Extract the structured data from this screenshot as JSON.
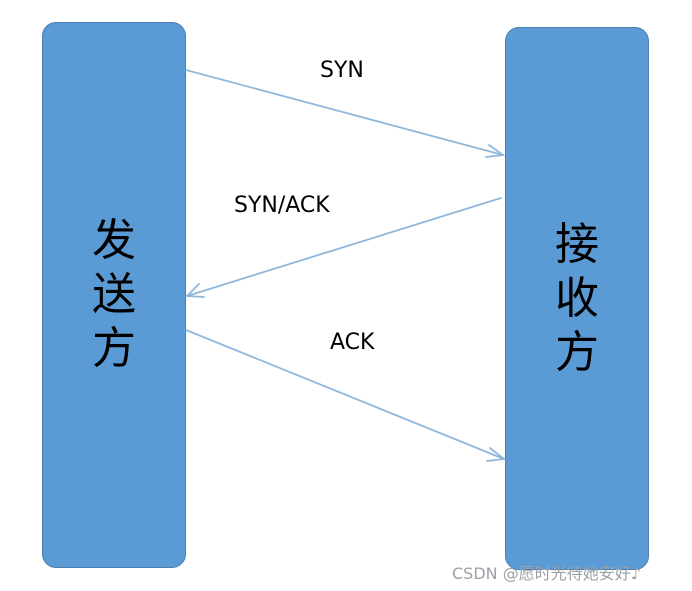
{
  "sender": {
    "label": "发送方"
  },
  "receiver": {
    "label": "接收方"
  },
  "messages": [
    {
      "label": "SYN",
      "direction": "sender-to-receiver"
    },
    {
      "label": "SYN/ACK",
      "direction": "receiver-to-sender"
    },
    {
      "label": "ACK",
      "direction": "sender-to-receiver"
    }
  ],
  "watermark": "CSDN @愿时光待她安好♪",
  "colors": {
    "box_fill": "#5b9bd5",
    "box_border": "#4a7fb0",
    "arrow": "#8fb8dc",
    "watermark": "#9aa0a6"
  }
}
